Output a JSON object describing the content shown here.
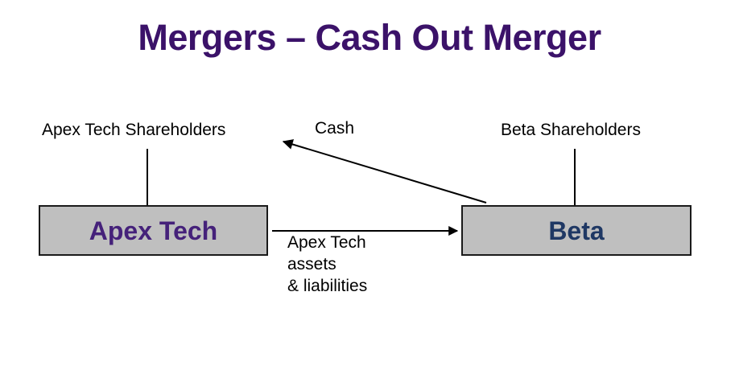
{
  "slide": {
    "title": "Mergers – Cash Out Merger",
    "background_color": "#FFFFFF",
    "title_color": "#3B1269"
  },
  "entities": {
    "left": {
      "name": "Apex Tech",
      "fill_color": "#BFBFBF",
      "border_color": "#1A1A1A",
      "text_color": "#45217A"
    },
    "right": {
      "name": "Beta",
      "fill_color": "#BFBFBF",
      "border_color": "#1A1A1A",
      "text_color": "#1F3864"
    }
  },
  "shareholders": {
    "left_label": "Apex Tech Shareholders",
    "right_label": "Beta Shareholders",
    "text_color": "#000000"
  },
  "flows": {
    "cash": {
      "label": "Cash",
      "direction": "right-to-left",
      "from": "Beta",
      "to": "Apex Tech Shareholders"
    },
    "assets": {
      "label_line1": "Apex Tech",
      "label_line2": "assets",
      "label_line3": "& liabilities",
      "direction": "left-to-right",
      "from": "Apex Tech",
      "to": "Beta"
    }
  }
}
